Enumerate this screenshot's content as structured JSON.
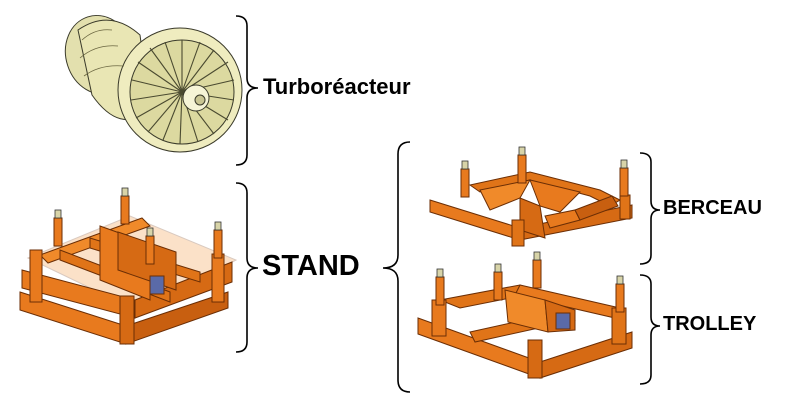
{
  "labels": {
    "turboreacteur": "Turboréacteur",
    "stand": "STAND",
    "berceau": "BERCEAU",
    "trolley": "TROLLEY"
  },
  "colors": {
    "frame_orange": "#e87a1e",
    "frame_dark": "#8a3e08",
    "engine_fill": "#e9e6b4",
    "engine_line": "#3a3a2a",
    "bracket": "#000000",
    "accent_blue": "#5a6aa8"
  },
  "icons": {
    "engine": "turbofan-engine-icon",
    "stand": "assembled-stand-icon",
    "berceau": "cradle-frame-icon",
    "trolley": "trolley-frame-icon"
  }
}
